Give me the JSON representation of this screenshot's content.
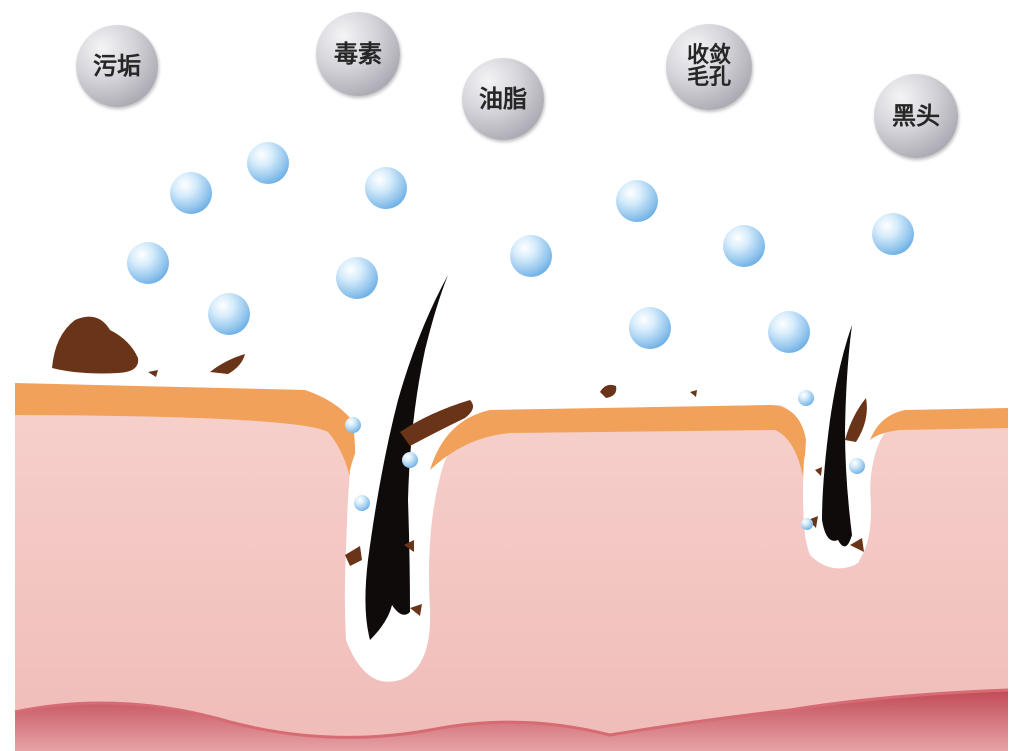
{
  "labels": {
    "dirt": "污垢",
    "toxins": "毒素",
    "oil": "油脂",
    "shrink_pores_line1": "收敛",
    "shrink_pores_line2": "毛孔",
    "blackheads": "黑头"
  },
  "colors": {
    "background": "#ffffff",
    "dermis": "#f3c6c3",
    "epidermis": "#f1a35f",
    "deep_layer": "#b53d4a",
    "hair": "#0e0b0a",
    "debris": "#6b3418",
    "bubble": "#a9d3f2",
    "label_ball": "#c4c2c9"
  }
}
